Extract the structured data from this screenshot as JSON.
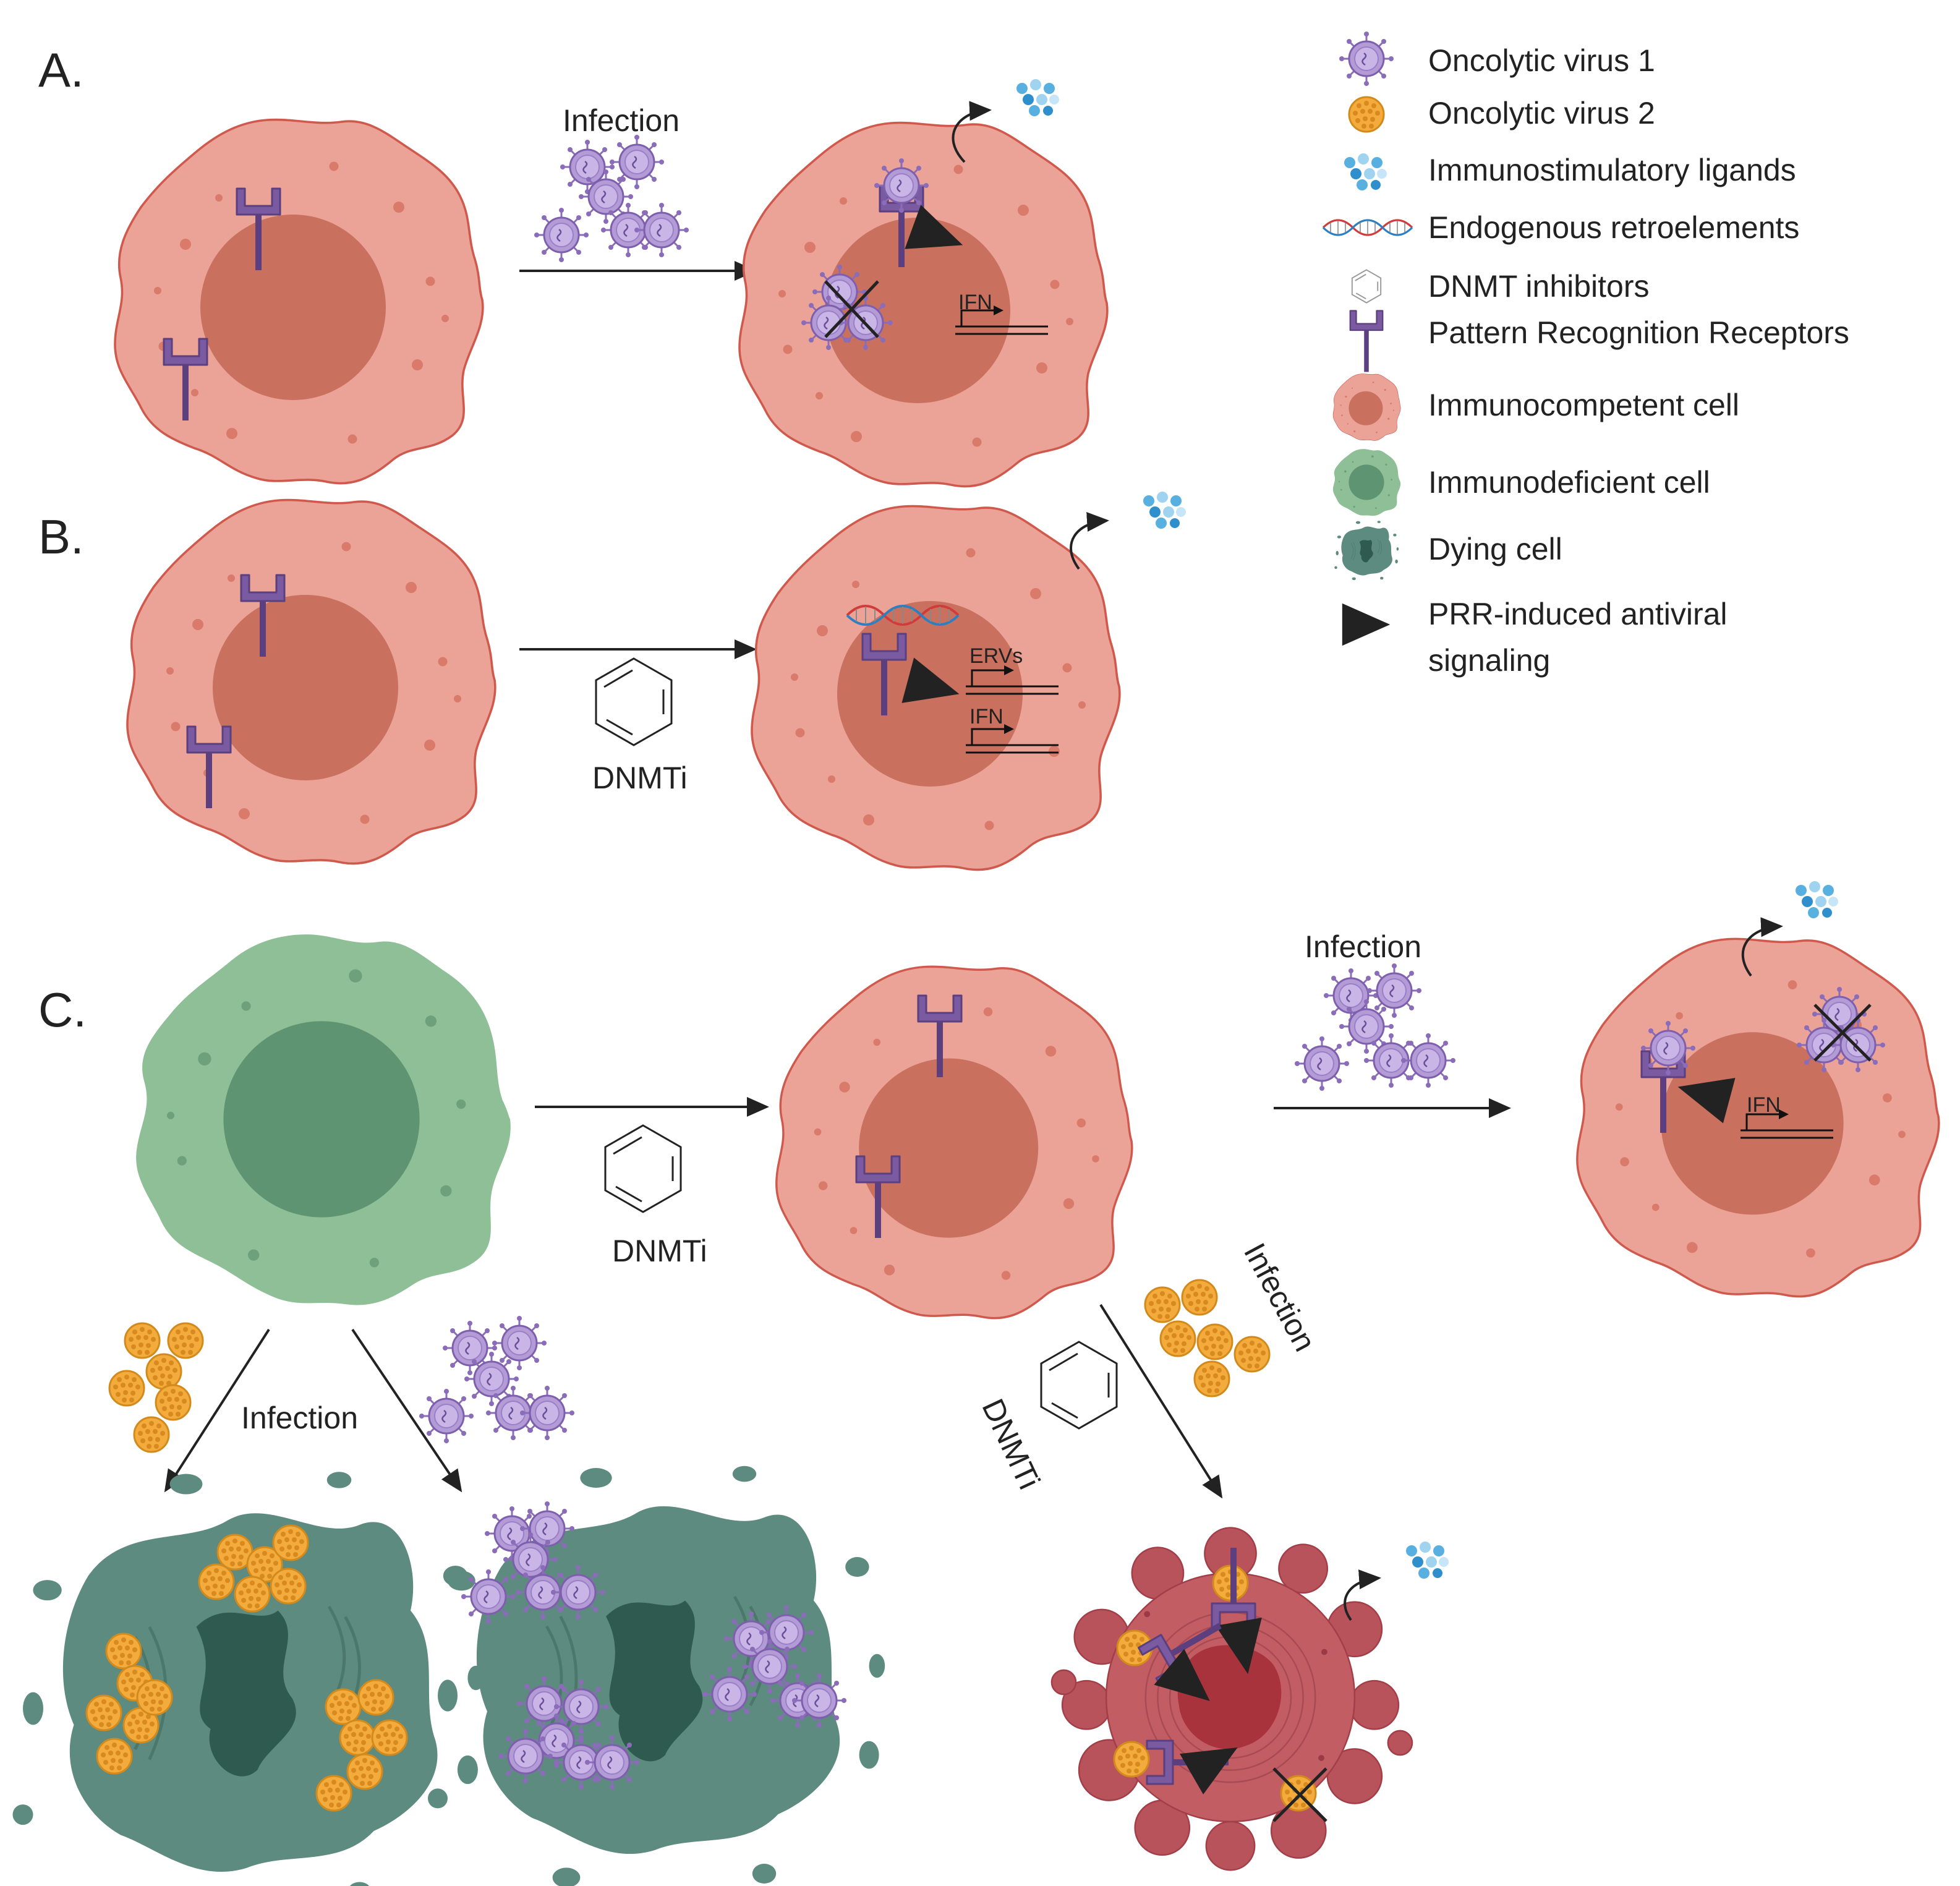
{
  "panels": {
    "a": "A.",
    "b": "B.",
    "c": "C."
  },
  "steps": {
    "infection": "Infection",
    "dnmti": "DNMTi",
    "ifn": "IFN",
    "ervs": "ERVs"
  },
  "legend": [
    {
      "icon": "oncolytic-virus-1-icon",
      "label": "Oncolytic virus 1"
    },
    {
      "icon": "oncolytic-virus-2-icon",
      "label": "Oncolytic virus 2"
    },
    {
      "icon": "immunostimulatory-ligands-icon",
      "label": "Immunostimulatory ligands"
    },
    {
      "icon": "dna-helix-icon",
      "label": "Endogenous retroelements"
    },
    {
      "icon": "benzene-ring-icon",
      "label": "DNMT inhibitors"
    },
    {
      "icon": "receptor-icon",
      "label": "Pattern Recognition Receptors"
    },
    {
      "icon": "immunocompetent-cell-icon",
      "label": "Immunocompetent cell"
    },
    {
      "icon": "immunodeficient-cell-icon",
      "label": "Immunodeficient cell"
    },
    {
      "icon": "dying-cell-icon",
      "label": "Dying cell"
    },
    {
      "icon": "signaling-triangle-icon",
      "label": "PRR-induced antiviral",
      "label2": "signaling"
    }
  ],
  "colors": {
    "competent_cell": "#e9a094",
    "competent_border": "#cc5a4e",
    "competent_nucleus": "#c8705f",
    "deficient_cell": "#8ebc94",
    "deficient_nucleus": "#5f9472",
    "dying_cell": "#5f8c80",
    "virus1": "#b39bd6",
    "virus2": "#f1a93a",
    "ligand": "#4aa6dc",
    "receptor": "#7a5aa0",
    "signal": "#222222"
  }
}
